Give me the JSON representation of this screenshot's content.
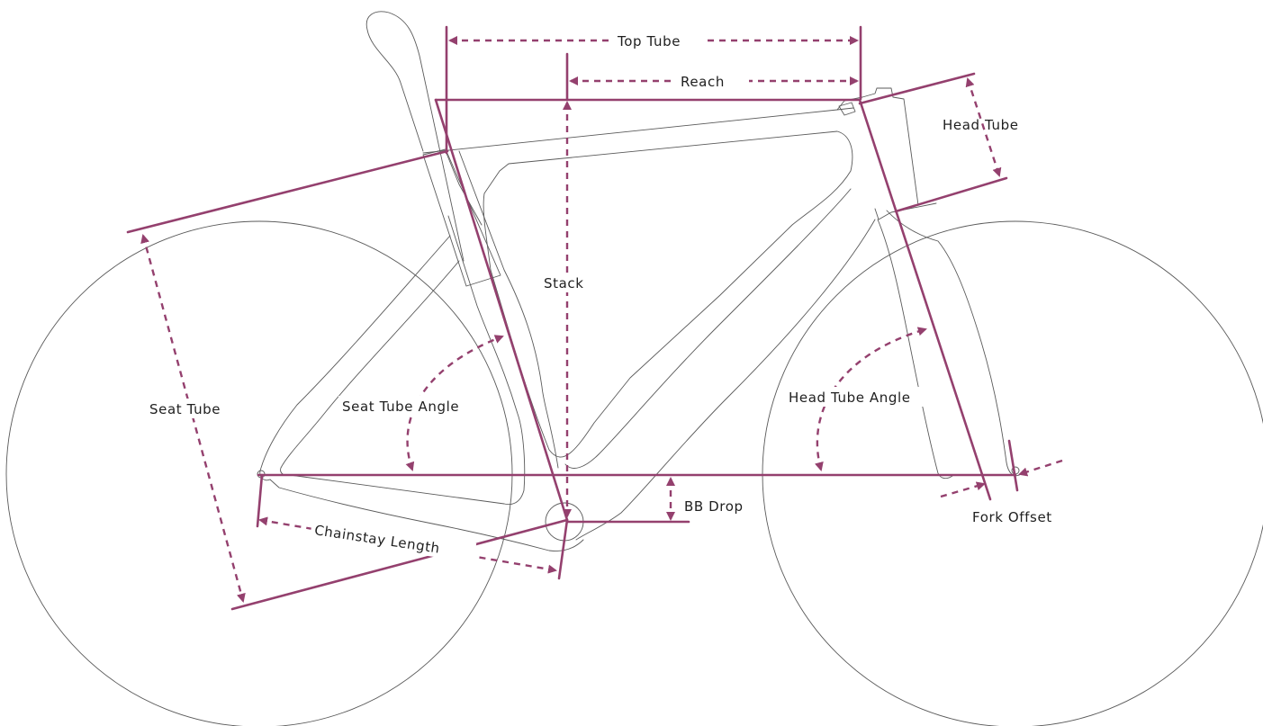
{
  "colors": {
    "accent": "#94406e",
    "outline": "#5a5a5a",
    "text": "#1f1f1f",
    "background": "#ffffff"
  },
  "labels": {
    "top_tube": "Top Tube",
    "reach": "Reach",
    "head_tube": "Head Tube",
    "stack": "Stack",
    "seat_tube": "Seat Tube",
    "seat_tube_angle": "Seat Tube Angle",
    "head_tube_angle": "Head Tube Angle",
    "bb_drop": "BB Drop",
    "fork_offset": "Fork Offset",
    "chainstay_length": "Chainstay Length"
  }
}
